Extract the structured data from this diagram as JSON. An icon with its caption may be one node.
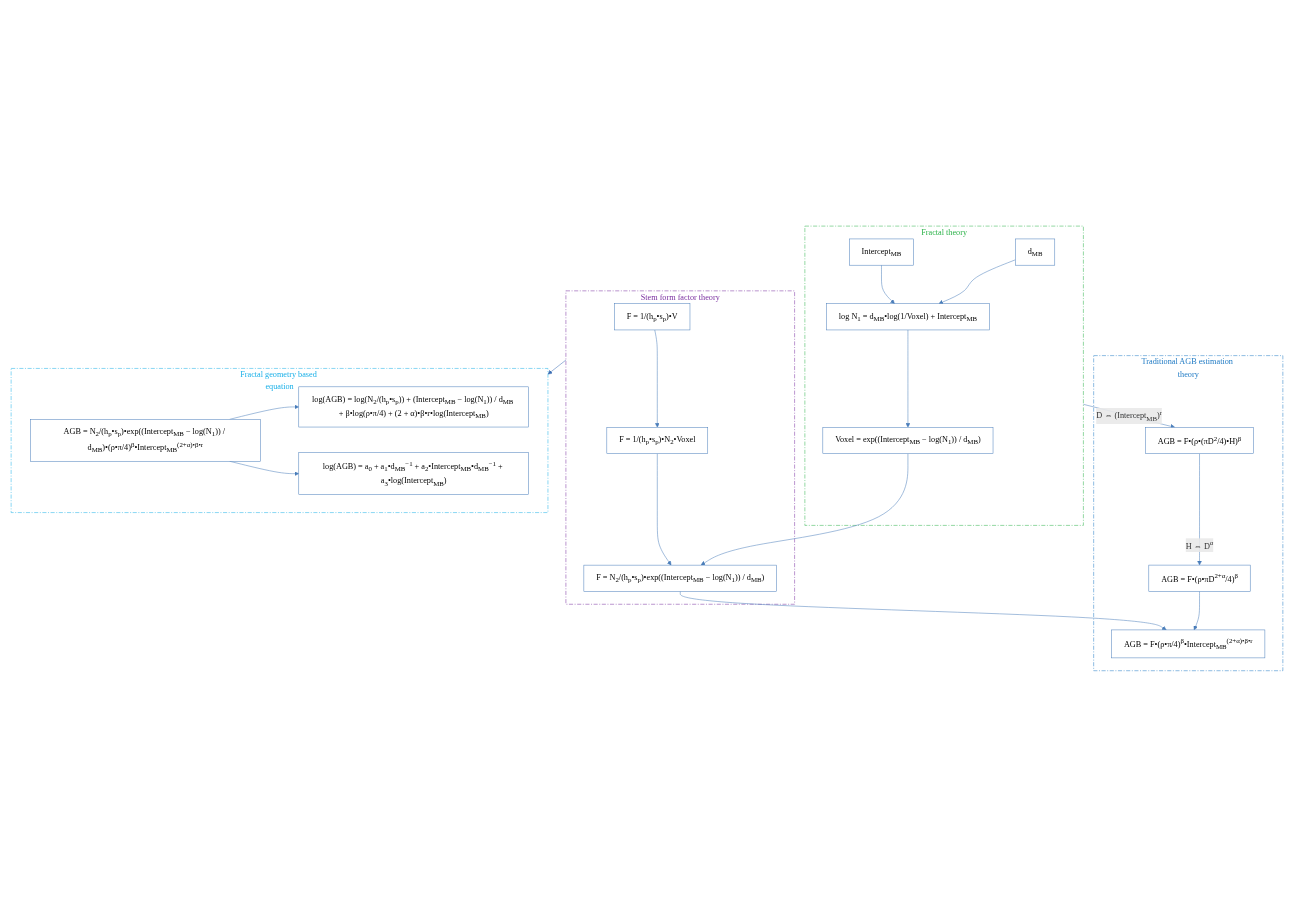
{
  "diagram": {
    "nodes": [
      {
        "text": [
          "Fractal theory"
        ]
      },
      {
        "text": [
          "d$_{MB}$"
        ],
        "in": 0
      },
      {
        "text": [
          "Intercept$_{MB}$"
        ],
        "in": 0
      },
      {
        "text": [
          "log N$_{1}$ = d$_{MB}$•log(1/Voxel) + Intercept$_{MB}$"
        ],
        "in": 0
      },
      {
        "text": [
          "Voxel = exp((Intercept$_{MB}$ − log(N$_{1}$)) / d$_{MB}$)"
        ],
        "in": 0
      },
      {
        "text": [
          "Traditional AGB estimation theory"
        ]
      },
      {
        "text": [
          "AGB = F•(ρ•(πD$^{2}$/4)•H)$^{β}$"
        ],
        "in": 5
      },
      {
        "text": [
          "AGB = F•(ρ•πD$^{2+α}$/4)$^{β}$"
        ],
        "in": 5
      },
      {
        "text": [
          "AGB = F•(ρ•π/4)$^{β}$•Intercept$_{MB}$$^{(2+α)•β•r}$"
        ],
        "in": 5
      },
      {
        "text": [
          "Stem form factor theory"
        ]
      },
      {
        "text": [
          "F = 1/(h$_{p}$•s$_{p}$)•V"
        ],
        "in": 9
      },
      {
        "text": [
          "F = 1/(h$_{p}$•s$_{p}$)•N$_{2}$•Voxel"
        ],
        "in": 9
      },
      {
        "text": [
          "F = N$_{2}$/(h$_{p}$•s$_{p}$)•exp((Intercept$_{MB}$ − log(N$_{1}$)) / d$_{MB}$)"
        ],
        "in": 9
      },
      {
        "text": [
          "Fractal geometry based equation"
        ]
      },
      {
        "text": [
          "AGB = N$_{2}$/(h$_{p}$•s$_{p}$)•exp((Intercept$_{MB}$ − log(N$_{1}$)) / d$_{MB}$)•(ρ•π/4)$^{β}$•Intercept$_{MB}$$^{(2+α)•β•r}$"
        ],
        "in": 13
      },
      {
        "text": [
          "log(AGB) = log(N$_{2}$/(h$_{p}$•s$_{p}$)) + (Intercept$_{MB}$ − log(N$_{1}$)) / d$_{MB}$ + β•log(ρ•π/4) + (2 + α)•β•r•log(Intercept$_{MB}$)"
        ],
        "in": 13
      },
      {
        "text": [
          "log(AGB) = a$_{0}$ + a$_{1}$•d$_{MB}$$^{−1}$ + a$_{2}$•Intercept$_{MB}$•d$_{MB}$$^{−1}$ + a$_{3}$•log(Intercept$_{MB}$)"
        ],
        "in": 13
      }
    ],
    "edges": [
      {
        "from": 1,
        "to": 3,
        "arrow": "to"
      },
      {
        "from": 2,
        "to": 3,
        "arrow": "to"
      },
      {
        "from": 3,
        "to": 4,
        "arrow": "to"
      },
      {
        "from": 4,
        "to": 12,
        "arrow": "to"
      },
      {
        "from": 0,
        "to": 6,
        "arrow": "to",
        "label": "D ⇔ (Intercept$_{MB}$)$^{r}$"
      },
      {
        "from": 6,
        "to": 7,
        "arrow": "to",
        "label": "H ⇔ D$^{α}$"
      },
      {
        "from": 7,
        "to": 8,
        "arrow": "to"
      },
      {
        "from": 10,
        "to": 11,
        "arrow": "to"
      },
      {
        "from": 11,
        "to": 12,
        "arrow": "to"
      },
      {
        "from": 12,
        "to": 8,
        "arrow": "to"
      },
      {
        "from": 9,
        "to": 13,
        "arrow": "to",
        "color": "#3c6eb4"
      },
      {
        "from": 14,
        "to": 15,
        "arrow": "to"
      },
      {
        "from": 14,
        "to": 16,
        "arrow": "to"
      }
    ]
  }
}
